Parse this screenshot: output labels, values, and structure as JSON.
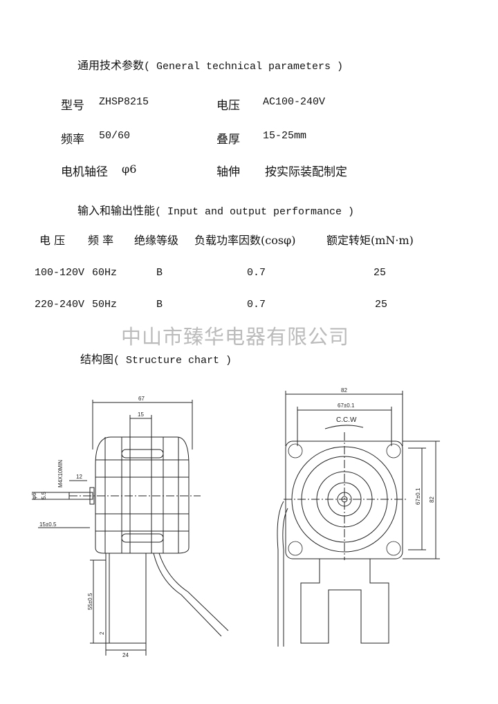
{
  "general": {
    "title": "通用技术参数",
    "title_en": "( General technical parameters )",
    "rows": [
      {
        "l1": "型号",
        "v1": "ZHSP8215",
        "l2": "电压",
        "v2": "AC100-240V"
      },
      {
        "l1": "频率",
        "v1": "50/60",
        "l2": "叠厚",
        "v2": "15-25mm"
      },
      {
        "l1": "电机轴径",
        "v1": "φ6",
        "l2": "轴伸",
        "v2": "按实际装配制定"
      }
    ]
  },
  "io": {
    "title": "输入和输出性能",
    "title_en": "( Input and output performance )",
    "headers": [
      "电 压",
      "频 率",
      "绝缘等级",
      "负载功率因数(cosφ)",
      "额定转矩(mN·m)"
    ],
    "rows": [
      [
        "100-120V",
        "60Hz",
        "B",
        "0.7",
        "25"
      ],
      [
        "220-240V",
        "50Hz",
        "B",
        "0.7",
        "25"
      ]
    ]
  },
  "watermark": "中山市臻华电器有限公司",
  "structure": {
    "title": "结构图",
    "title_en": "( Structure chart )",
    "side_dims": [
      "67",
      "15",
      "12",
      "M4X10MIN",
      "φ6",
      "5.5",
      "15±0.5",
      "55±0.5",
      "2",
      "24"
    ],
    "front_dims": [
      "82",
      "67±0.1",
      "C.C.W",
      "67±0.1",
      "82"
    ]
  }
}
